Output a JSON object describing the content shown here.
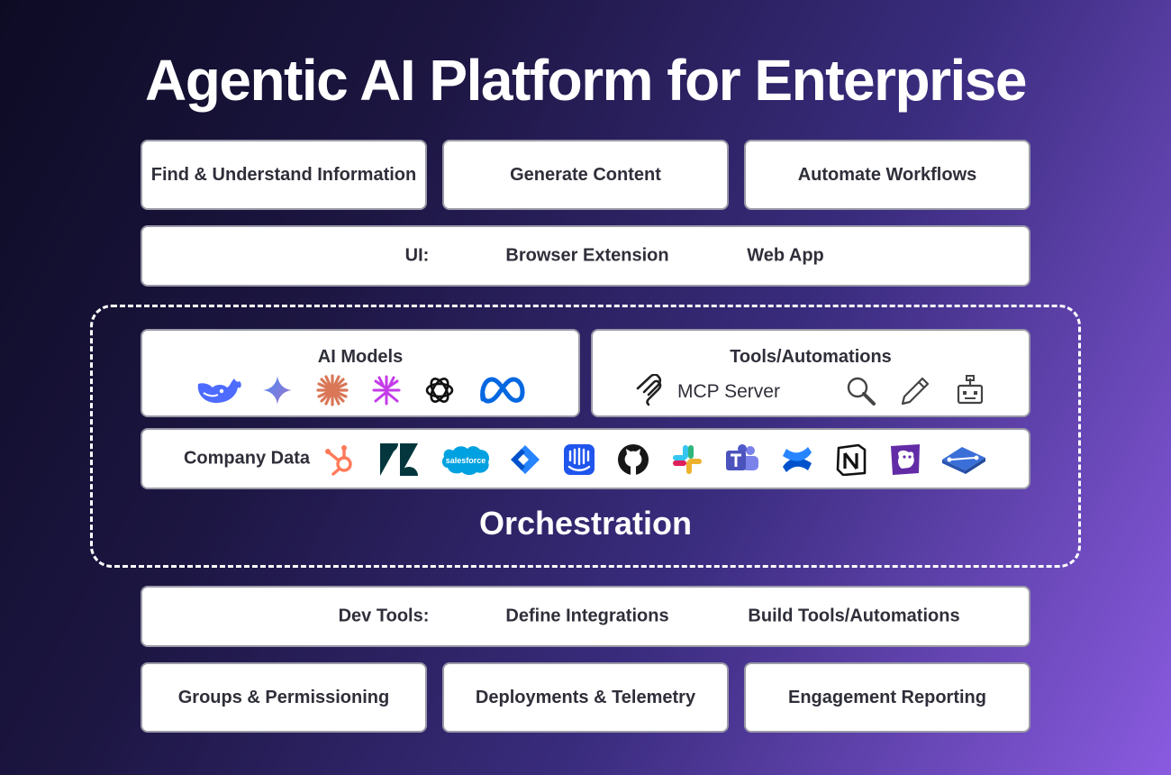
{
  "title": "Agentic AI Platform for Enterprise",
  "use_cases": [
    {
      "label": "Find & Understand Information"
    },
    {
      "label": "Generate Content"
    },
    {
      "label": "Automate Workflows"
    }
  ],
  "ui_row": {
    "label": "UI:",
    "items": [
      "Browser Extension",
      "Web App"
    ]
  },
  "ai_models": {
    "heading": "AI Models",
    "icons": [
      "deepseek-icon",
      "gemini-icon",
      "claude-icon",
      "perplexity-icon",
      "openai-icon",
      "meta-icon"
    ]
  },
  "tools": {
    "heading": "Tools/Automations",
    "mcp_label": "MCP Server",
    "icons": [
      "mcp-icon",
      "search-icon",
      "pencil-icon",
      "robot-icon"
    ]
  },
  "company_data": {
    "label": "Company Data",
    "salesforce_text": "salesforce",
    "icons": [
      "hubspot-icon",
      "zendesk-icon",
      "salesforce-icon",
      "jira-icon",
      "intercom-icon",
      "github-icon",
      "slack-icon",
      "teams-icon",
      "confluence-icon",
      "notion-icon",
      "datadog-icon",
      "linear-icon"
    ]
  },
  "orchestration": "Orchestration",
  "dev_tools": {
    "label": "Dev Tools:",
    "items": [
      "Define Integrations",
      "Build Tools/Automations"
    ]
  },
  "admin": [
    {
      "label": "Groups & Permissioning"
    },
    {
      "label": "Deployments & Telemetry"
    },
    {
      "label": "Engagement Reporting"
    }
  ],
  "colors": {
    "background_start": "#0d0b24",
    "background_end": "#8a5be0",
    "box_border": "#9a9aa8",
    "text_dark": "#2f2f3a"
  }
}
